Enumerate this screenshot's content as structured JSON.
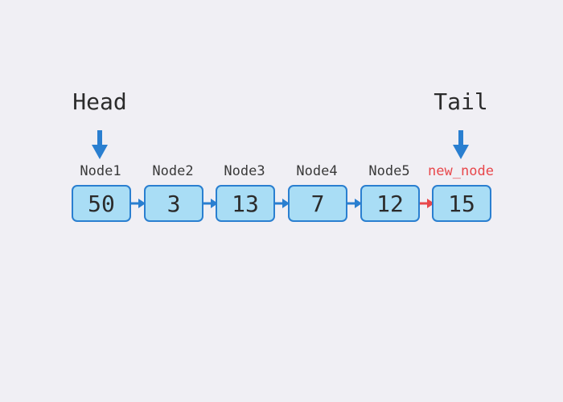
{
  "pointers": {
    "head": "Head",
    "tail": "Tail"
  },
  "nodes": [
    {
      "name": "Node1",
      "value": "50"
    },
    {
      "name": "Node2",
      "value": "3"
    },
    {
      "name": "Node3",
      "value": "13"
    },
    {
      "name": "Node4",
      "value": "7"
    },
    {
      "name": "Node5",
      "value": "12"
    },
    {
      "name": "new_node",
      "value": "15"
    }
  ],
  "colors": {
    "background": "#f0eff4",
    "node_fill": "#a9ddf5",
    "node_border": "#2a7fd0",
    "link": "#2a7fd0",
    "new_link": "#e8474b",
    "new_label": "#e8474b"
  }
}
